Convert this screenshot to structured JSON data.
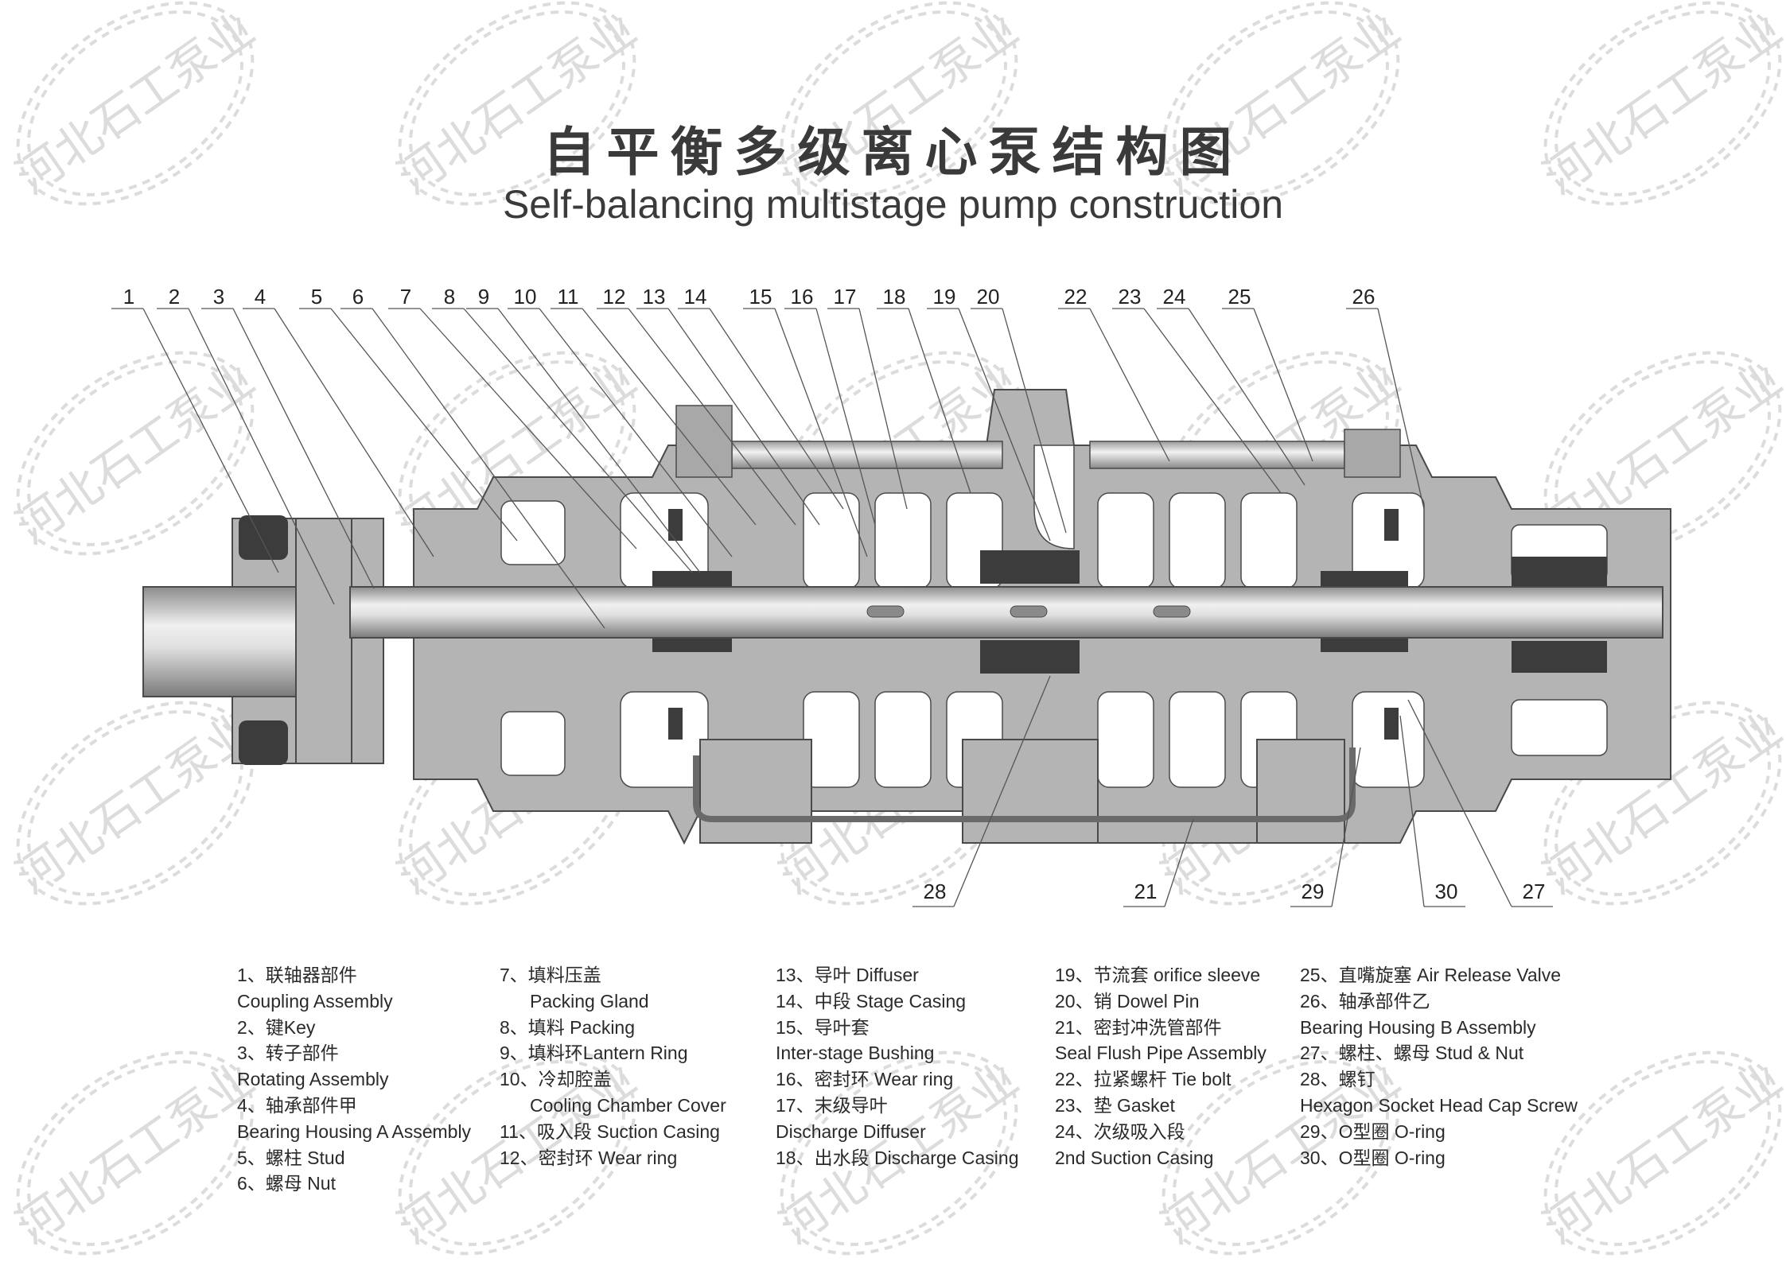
{
  "title": {
    "chinese": "自平衡多级离心泵结构图",
    "english": "Self-balancing multistage pump construction"
  },
  "watermark": {
    "text": "河北石工泵业"
  },
  "colors": {
    "casing": "#b4b4b4",
    "dark_parts": "#3c3c3c",
    "outline": "#4a4a4a",
    "shaft_light": "#e6e6e6",
    "shaft_dark": "#8c8c8c",
    "leader_line": "#555555",
    "watermark": "#dcdcdc"
  },
  "callouts_top": [
    "1",
    "2",
    "3",
    "4",
    "5",
    "6",
    "7",
    "8",
    "9",
    "10",
    "11",
    "12",
    "13",
    "14",
    "15",
    "16",
    "17",
    "18",
    "19",
    "20",
    "22",
    "23",
    "24",
    "25",
    "26"
  ],
  "callouts_bottom": [
    "28",
    "21",
    "29",
    "30",
    "27"
  ],
  "legend": {
    "col1": [
      {
        "text": "1、联轴器部件",
        "indent": false
      },
      {
        "text": "Coupling Assembly",
        "indent": false
      },
      {
        "text": "2、键Key",
        "indent": false
      },
      {
        "text": "3、转子部件",
        "indent": false
      },
      {
        "text": "Rotating Assembly",
        "indent": false
      },
      {
        "text": "4、轴承部件甲",
        "indent": false
      },
      {
        "text": "Bearing Housing A Assembly",
        "indent": false
      },
      {
        "text": "5、螺柱 Stud",
        "indent": false
      },
      {
        "text": "6、螺母 Nut",
        "indent": false
      }
    ],
    "col2": [
      {
        "text": "7、填料压盖",
        "indent": false
      },
      {
        "text": "Packing Gland",
        "indent": true
      },
      {
        "text": "8、填料 Packing",
        "indent": false
      },
      {
        "text": "9、填料环Lantern Ring",
        "indent": false
      },
      {
        "text": "10、冷却腔盖",
        "indent": false
      },
      {
        "text": "Cooling Chamber Cover",
        "indent": true
      },
      {
        "text": "11、吸入段 Suction Casing",
        "indent": false
      },
      {
        "text": "12、密封环 Wear ring",
        "indent": false
      }
    ],
    "col3": [
      {
        "text": "13、导叶 Diffuser",
        "indent": false
      },
      {
        "text": "14、中段 Stage Casing",
        "indent": false
      },
      {
        "text": "15、导叶套",
        "indent": false
      },
      {
        "text": "Inter-stage Bushing",
        "indent": false
      },
      {
        "text": "16、密封环 Wear ring",
        "indent": false
      },
      {
        "text": "17、末级导叶",
        "indent": false
      },
      {
        "text": "Discharge Diffuser",
        "indent": false
      },
      {
        "text": "18、出水段 Discharge Casing",
        "indent": false
      }
    ],
    "col4": [
      {
        "text": "19、节流套 orifice sleeve",
        "indent": false
      },
      {
        "text": "20、销 Dowel Pin",
        "indent": false
      },
      {
        "text": "21、密封冲洗管部件",
        "indent": false
      },
      {
        "text": "Seal Flush Pipe Assembly",
        "indent": false
      },
      {
        "text": "22、拉紧螺杆 Tie bolt",
        "indent": false
      },
      {
        "text": "23、垫 Gasket",
        "indent": false
      },
      {
        "text": "24、次级吸入段",
        "indent": false
      },
      {
        "text": "2nd Suction Casing",
        "indent": false
      }
    ],
    "col5": [
      {
        "text": "25、直嘴旋塞 Air Release Valve",
        "indent": false
      },
      {
        "text": "26、轴承部件乙",
        "indent": false
      },
      {
        "text": "Bearing Housing B Assembly",
        "indent": false
      },
      {
        "text": "27、螺柱、螺母 Stud & Nut",
        "indent": false
      },
      {
        "text": "28、螺钉",
        "indent": false
      },
      {
        "text": "Hexagon Socket Head Cap Screw",
        "indent": false
      },
      {
        "text": "29、O型圈 O-ring",
        "indent": false
      },
      {
        "text": "30、O型圈 O-ring",
        "indent": false
      }
    ]
  }
}
